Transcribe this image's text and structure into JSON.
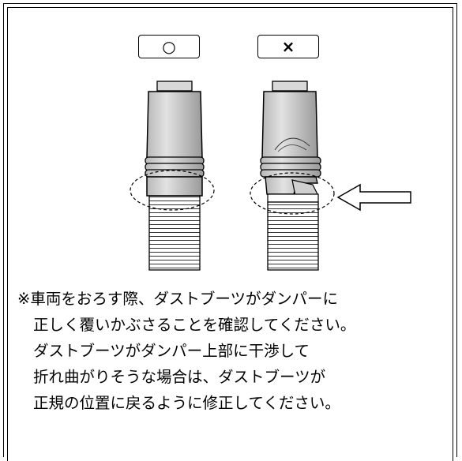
{
  "labels": {
    "ok": "○",
    "ng": "×"
  },
  "note": {
    "lines": [
      "※車両をおろす際、ダストブーツがダンパーに",
      "正しく覆いかぶさることを確認してください。",
      "ダストブーツがダンパー上部に干渉して",
      "折れ曲がりそうな場合は、ダストブーツが",
      "正規の位置に戻るように修正してください。"
    ]
  },
  "icons": {
    "arrow": "left-arrow-icon"
  }
}
